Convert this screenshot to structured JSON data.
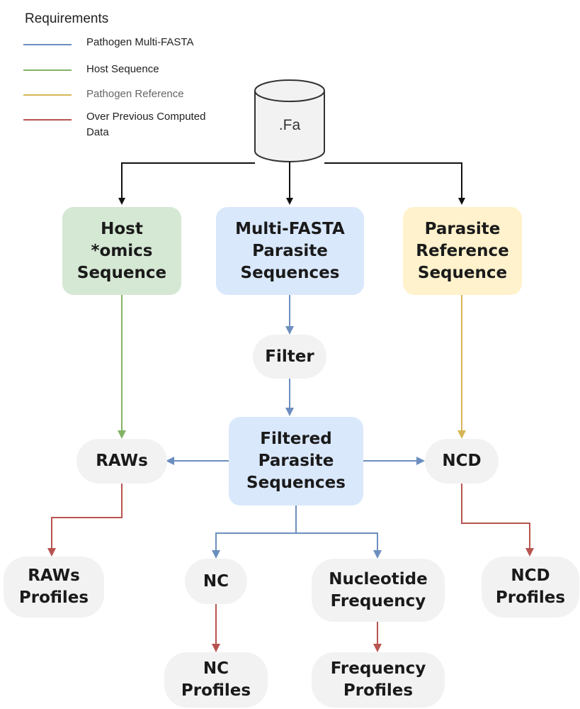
{
  "legend": {
    "title": "Requirements",
    "items": [
      {
        "label": "Pathogen Multi-FASTA",
        "color": "#6c8ebf"
      },
      {
        "label": "Host Sequence",
        "color": "#82b366"
      },
      {
        "label": "Pathogen Reference",
        "color": "#d6b656"
      },
      {
        "label": "Over Previous Computed\nData",
        "color": "#b85450"
      }
    ]
  },
  "database": {
    "label": ".Fa"
  },
  "nodes": {
    "host": "Host\n*omics\nSequence",
    "multifasta": "Multi-FASTA\nParasite\nSequences",
    "reference": "Parasite\nReference\nSequence",
    "filter": "Filter",
    "filtered": "Filtered\nParasite\nSequences",
    "raws": "RAWs",
    "ncd": "NCD",
    "raws_profiles": "RAWs\nProfiles",
    "nc": "NC",
    "nucleotide_frequency": "Nucleotide\nFrequency",
    "ncd_profiles": "NCD\nProfiles",
    "nc_profiles": "NC\nProfiles",
    "frequency_profiles": "Frequency\nProfiles"
  },
  "colors": {
    "blue": "#6c8ebf",
    "green": "#82b366",
    "yellow": "#d6b656",
    "red": "#b85450",
    "black": "#111111"
  }
}
